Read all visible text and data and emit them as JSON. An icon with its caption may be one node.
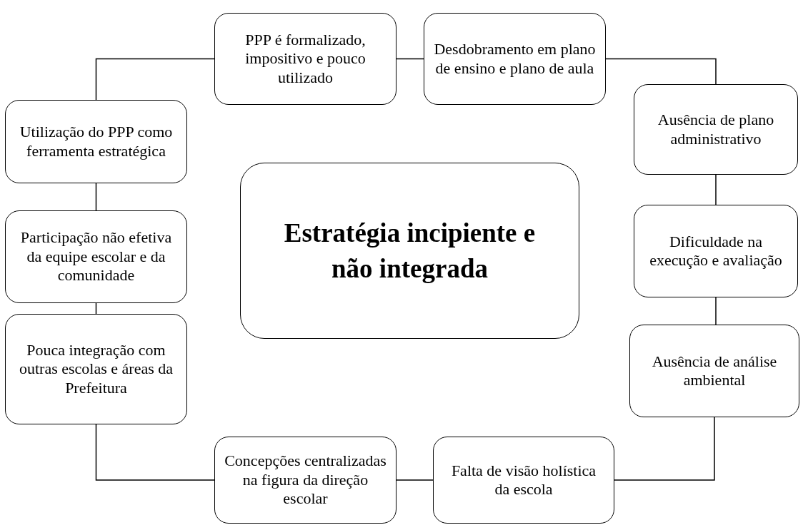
{
  "diagram": {
    "nodes": [
      {
        "text": [
          "Estratégia incipiente e não integrada"
        ]
      },
      {
        "text": [
          "PPP é formalizado, impositivo e pouco utilizado"
        ]
      },
      {
        "text": [
          "Desdobramento em plano de ensino e plano de aula"
        ]
      },
      {
        "text": [
          "Ausência de plano administrativo"
        ]
      },
      {
        "text": [
          "Dificuldade na execução e avaliação"
        ]
      },
      {
        "text": [
          "Ausência de análise ambiental"
        ]
      },
      {
        "text": [
          "Falta de visão holística da escola"
        ]
      },
      {
        "text": [
          "Concepções centralizadas na figura da direção escolar"
        ]
      },
      {
        "text": [
          "Pouca integração com outras escolas e áreas da Prefeitura"
        ]
      },
      {
        "text": [
          "Participação não efetiva da equipe escolar e da comunidade"
        ]
      },
      {
        "text": [
          "Utilização do PPP como ferramenta estratégica"
        ]
      }
    ],
    "edges": [
      {
        "from": 1,
        "to": 2,
        "arrow": "none"
      },
      {
        "from": 2,
        "to": 3,
        "arrow": "none"
      },
      {
        "from": 3,
        "to": 4,
        "arrow": "none"
      },
      {
        "from": 4,
        "to": 5,
        "arrow": "none"
      },
      {
        "from": 5,
        "to": 6,
        "arrow": "none"
      },
      {
        "from": 6,
        "to": 7,
        "arrow": "none"
      },
      {
        "from": 7,
        "to": 8,
        "arrow": "none"
      },
      {
        "from": 8,
        "to": 9,
        "arrow": "none"
      },
      {
        "from": 9,
        "to": 10,
        "arrow": "none"
      },
      {
        "from": 10,
        "to": 1,
        "arrow": "none"
      }
    ]
  }
}
